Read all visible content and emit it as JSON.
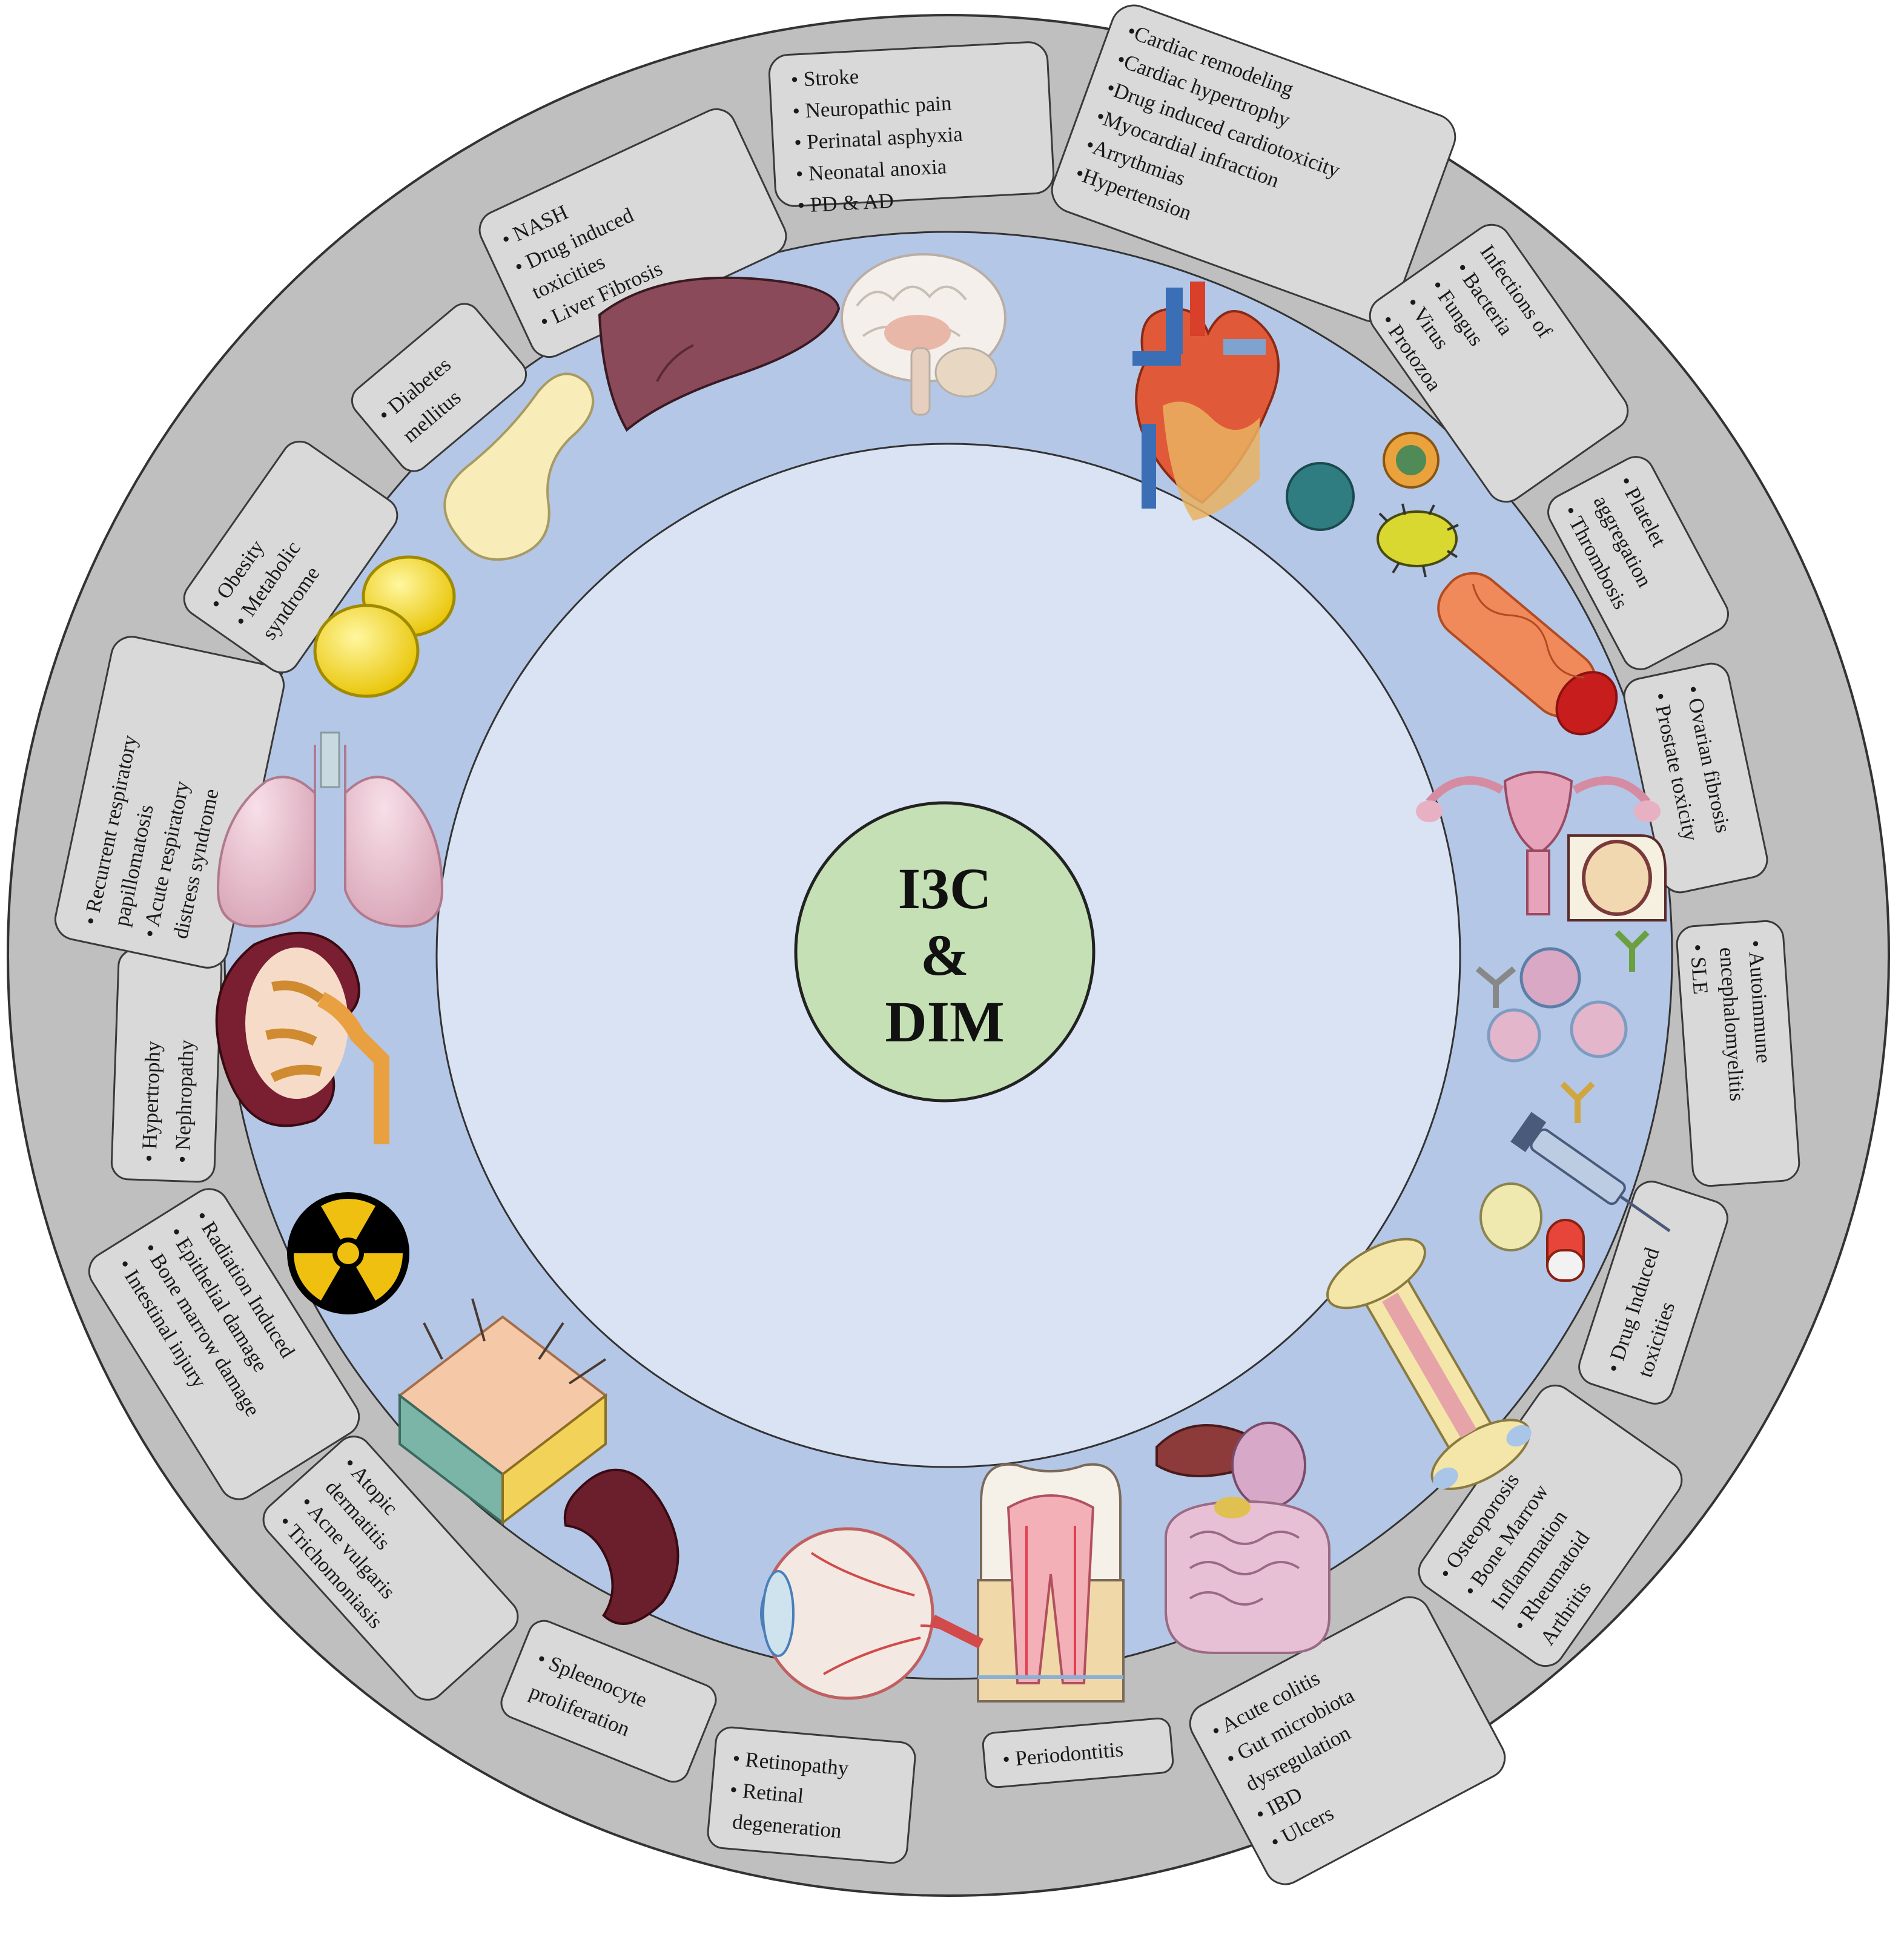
{
  "center": {
    "lines": [
      "I3C",
      "&",
      "DIM"
    ],
    "color": "#c5e0b4"
  },
  "colors": {
    "outer_ring": "#bfbfbf",
    "middle_ring": "#b4c7e7",
    "inner_disc": "#dae3f3",
    "label_box": "#d9d9d9"
  },
  "labels": [
    {
      "id": "brain",
      "icon": "brain-icon",
      "lines": [
        "•       Stroke",
        "•       Neuropathic pain",
        "•       Perinatal asphyxia",
        "•       Neonatal anoxia",
        "•       PD & AD"
      ]
    },
    {
      "id": "heart",
      "icon": "heart-icon",
      "lines": [
        "•Cardiac remodeling",
        "•Cardiac hypertrophy",
        "•Drug induced cardiotoxicity",
        "•Myocardial infraction",
        "•Arrythmias",
        "•Hypertension"
      ]
    },
    {
      "id": "infection",
      "icon": "virus-icon",
      "lines": [
        "Infections of",
        "•  Bacteria",
        "•  Fungus",
        "•  Virus",
        "•  Protozoa"
      ]
    },
    {
      "id": "vessel",
      "icon": "blood-vessel-icon",
      "lines": [
        "•  Platelet",
        "    aggregation",
        "•  Thrombosis"
      ]
    },
    {
      "id": "reproductive",
      "icon": "reproductive-organs-icon",
      "lines": [
        "•  Ovarian fibrosis",
        "•  Prostate toxicity"
      ]
    },
    {
      "id": "immune",
      "icon": "immune-cells-icon",
      "lines": [
        "•  Autoimmune",
        "   encephalomyelitis",
        "•  SLE"
      ]
    },
    {
      "id": "drug",
      "icon": "pills-syringe-icon",
      "lines": [
        "•  Drug Induced",
        "   toxicities"
      ]
    },
    {
      "id": "bone",
      "icon": "bone-icon",
      "lines": [
        "•  Osteoporosis",
        "•  Bone Marrow",
        "   Inflammation",
        "•  Rheumatoid",
        "   Arthritis"
      ]
    },
    {
      "id": "gut",
      "icon": "digestive-system-icon",
      "lines": [
        "•  Acute colitis",
        "•  Gut microbiota",
        "   dysregulation",
        "•  IBD",
        "•  Ulcers"
      ]
    },
    {
      "id": "tooth",
      "icon": "tooth-icon",
      "lines": [
        "•  Periodontitis"
      ]
    },
    {
      "id": "eye",
      "icon": "eye-icon",
      "lines": [
        "•  Retinopathy",
        "•  Retinal",
        "   degeneration"
      ]
    },
    {
      "id": "spleen",
      "icon": "spleen-icon",
      "lines": [
        "•  Spleenocyte",
        "   proliferation"
      ]
    },
    {
      "id": "skin",
      "icon": "skin-icon",
      "lines": [
        "•  Atopic",
        "   dermatitis",
        "•  Acne vulgaris",
        "•  Trichomoniasis"
      ]
    },
    {
      "id": "radiation",
      "icon": "radiation-icon",
      "lines": [
        "•  Radiation Induced",
        "•  Epithelial damage",
        "•  Bone marrow damage",
        "•  Intestinal injury"
      ]
    },
    {
      "id": "kidney",
      "icon": "kidney-icon",
      "lines": [
        "•  Hypertrophy",
        "•  Nephropathy"
      ]
    },
    {
      "id": "lung",
      "icon": "lungs-icon",
      "lines": [
        "•  Recurrent respiratory",
        "   papillomatosis",
        "•  Acute respiratory",
        "   distress syndrome"
      ]
    },
    {
      "id": "fat",
      "icon": "fat-cells-icon",
      "lines": [
        "•  Obesity",
        "•  Metabolic",
        "   syndrome"
      ]
    },
    {
      "id": "pancreas",
      "icon": "pancreas-icon",
      "lines": [
        "•  Diabetes",
        "   mellitus"
      ]
    },
    {
      "id": "liver",
      "icon": "liver-icon",
      "lines": [
        "•     NASH",
        "•     Drug induced",
        "       toxicities",
        "•     Liver Fibrosis"
      ]
    }
  ]
}
